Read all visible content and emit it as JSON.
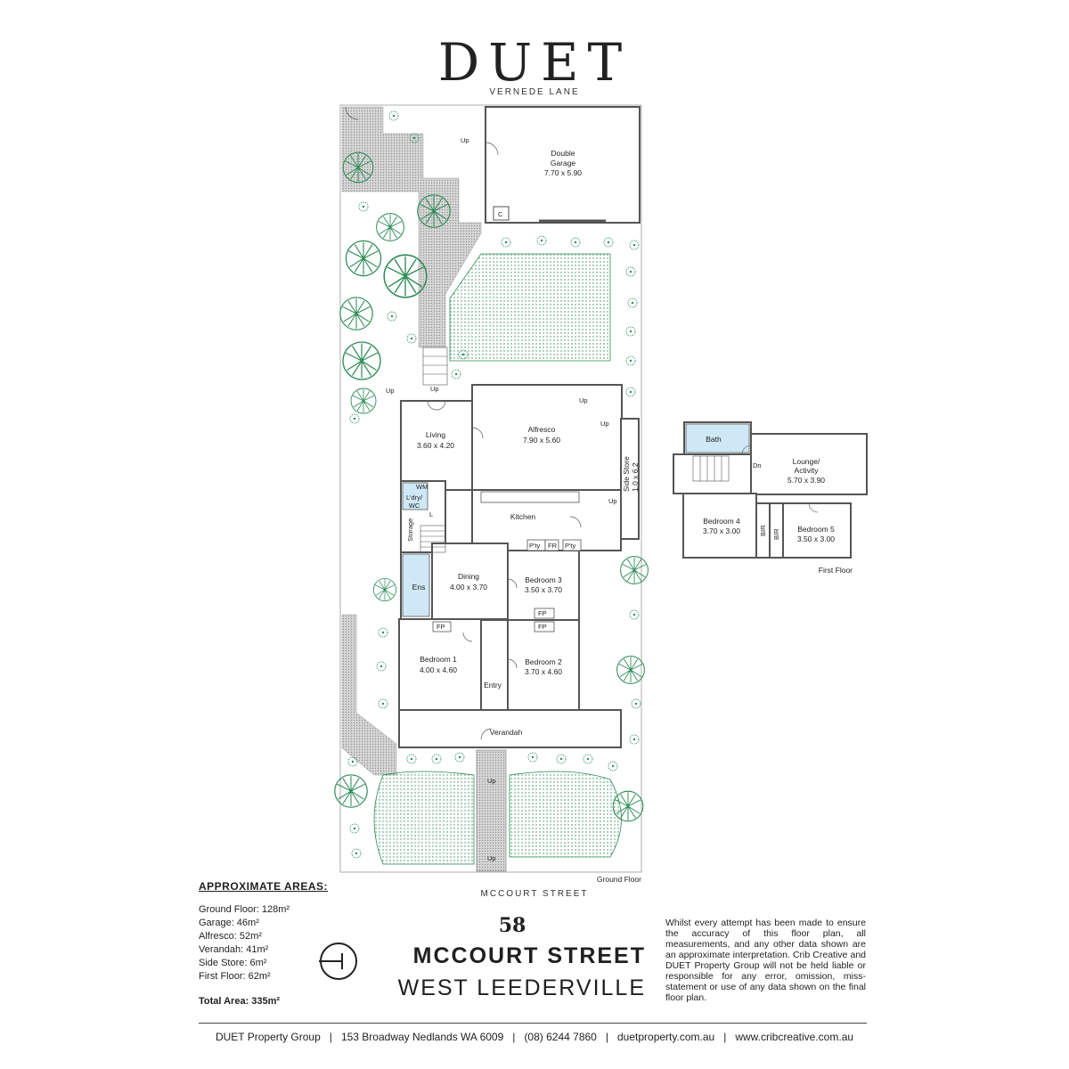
{
  "header": {
    "brand": "DUET",
    "lane_label": "VERNEDE LANE",
    "street_label": "MCCOURT STREET"
  },
  "rooms": {
    "double_garage_name": "Double",
    "double_garage_name2": "Garage",
    "double_garage_dims": "7.70 x 5.90",
    "alfresco_name": "Alfresco",
    "alfresco_dims": "7.90 x 5.60",
    "living_name": "Living",
    "living_dims": "3.60 x 4.20",
    "side_store_name": "Side Store",
    "side_store_dims": "1.0 x 6.2",
    "kitchen_name": "Kitchen",
    "laundry_name": "L'dry/",
    "laundry_name2": "WC",
    "storage_name": "Storage",
    "dining_name": "Dining",
    "dining_dims": "4.00 x 3.70",
    "bedroom3_name": "Bedroom 3",
    "bedroom3_dims": "3.50 x 3.70",
    "ens_name": "Ens",
    "bedroom1_name": "Bedroom 1",
    "bedroom1_dims": "4.00 x 4.60",
    "bedroom2_name": "Bedroom 2",
    "bedroom2_dims": "3.70 x 4.60",
    "entry_name": "Entry",
    "verandah_name": "Verandah",
    "bath_name": "Bath",
    "lounge_name": "Lounge/",
    "lounge_name2": "Activity",
    "lounge_dims": "5.70 x 3.90",
    "bedroom4_name": "Bedroom 4",
    "bedroom4_dims": "3.70 x 3.00",
    "bedroom5_name": "Bedroom 5",
    "bedroom5_dims": "3.50 x 3.00"
  },
  "symbols": {
    "up": "Up",
    "dn": "Dn",
    "fp": "FP",
    "pty": "P'ty",
    "fr": "FR",
    "wm": "WM",
    "l": "L",
    "c": "C",
    "bir": "BIR"
  },
  "labels": {
    "ground_floor": "Ground Floor",
    "first_floor": "First Floor"
  },
  "areas": {
    "title": "APPROXIMATE AREAS:",
    "items": [
      "Ground Floor: 128m²",
      "Garage: 46m²",
      "Alfresco: 52m²",
      "Verandah: 41m²",
      "Side Store: 6m²",
      "First Floor: 62m²"
    ],
    "total": "Total Area: 335m²"
  },
  "address": {
    "number": "58",
    "street": "MCCOURT STREET",
    "suburb": "WEST LEEDERVILLE"
  },
  "disclaimer": "Whilst every attempt has been made to ensure the accuracy of this floor plan, all measurements, and any other data shown are an approximate interpretation. Crib Creative and DUET Property Group will not be held liable or responsible for any error, omission, miss-statement or use of any data shown on the final floor plan.",
  "footer": {
    "items": [
      "DUET Property Group",
      "153 Broadway Nedlands WA 6009",
      "(08) 6244 7860",
      "duetproperty.com.au",
      "www.cribcreative.com.au"
    ],
    "separator": "|"
  },
  "colors": {
    "wall": "#555555",
    "garden": "#2e8b57",
    "paving": "#bfbfbf",
    "wet_area": "#cfe8f5"
  },
  "icons": {
    "compass": "north-arrow-icon",
    "tree": "tree-icon",
    "shrub": "shrub-icon"
  }
}
